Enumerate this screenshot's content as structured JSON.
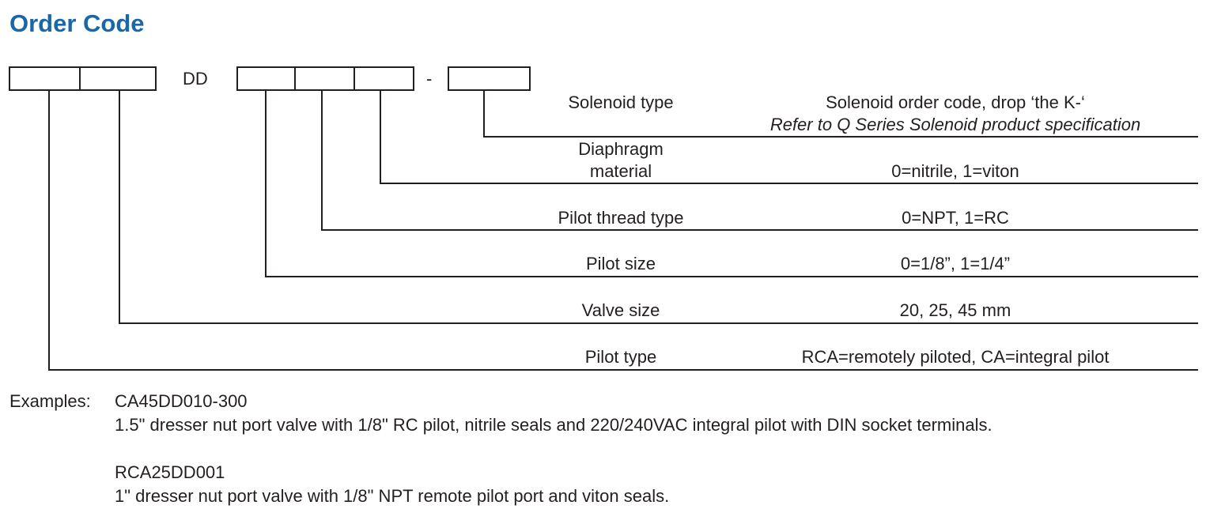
{
  "title": "Order Code",
  "code": {
    "fixed_dd": "DD",
    "dash": "-"
  },
  "rows": [
    {
      "field": "Solenoid type",
      "desc": "Solenoid order code, drop ‘the K-‘",
      "note": "Refer to Q Series Solenoid product specification"
    },
    {
      "field_line1": "Diaphragm",
      "field_line2": "material",
      "desc": "0=nitrile, 1=viton"
    },
    {
      "field": "Pilot thread type",
      "desc": "0=NPT, 1=RC"
    },
    {
      "field": "Pilot size",
      "desc": "0=1/8”, 1=1/4”"
    },
    {
      "field": "Valve size",
      "desc": "20, 25, 45 mm"
    },
    {
      "field": "Pilot type",
      "desc": "RCA=remotely piloted, CA=integral pilot"
    }
  ],
  "examples": {
    "label": "Examples:",
    "items": [
      {
        "code": "CA45DD010-300",
        "desc": "1.5\" dresser nut port valve with 1/8\" RC pilot, nitrile seals and 220/240VAC integral pilot with DIN socket terminals."
      },
      {
        "code": "RCA25DD001",
        "desc": "1\" dresser nut port valve with 1/8\" NPT remote pilot port and viton seals."
      }
    ]
  }
}
